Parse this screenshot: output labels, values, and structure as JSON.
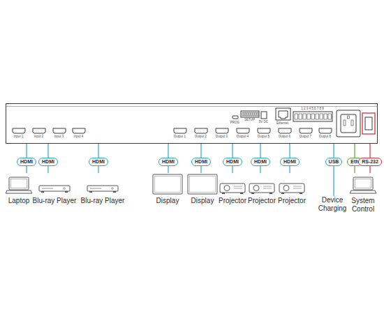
{
  "diagram": {
    "nodes": [
      {
        "text": [
          "Input 1",
          "Input 2",
          "Input 3",
          "Input 4",
          "PROG",
          "SETUP",
          "5V DC",
          "Ethernet",
          "1 2 3 4 5 6 7 8 9",
          "Output 1",
          "Output 2",
          "Output 3",
          "Output 4",
          "Output 5",
          "Output 6",
          "Output 7",
          "Output 8"
        ]
      },
      {
        "text": [
          "Laptop"
        ]
      },
      {
        "text": [
          "Blu-ray Player"
        ]
      },
      {
        "text": [
          "Blu-ray Player"
        ]
      },
      {
        "text": [
          "Display"
        ]
      },
      {
        "text": [
          "Display"
        ]
      },
      {
        "text": [
          "Projector"
        ]
      },
      {
        "text": [
          "Projector"
        ]
      },
      {
        "text": [
          "Projector"
        ]
      },
      {
        "text": [
          "Device Charging"
        ]
      },
      {
        "text": [
          "System Control"
        ]
      }
    ],
    "edges": [
      {
        "from": 1,
        "to": 0,
        "label": "HDMI",
        "arrow": "none"
      },
      {
        "from": 2,
        "to": 0,
        "label": "HDMI",
        "arrow": "none"
      },
      {
        "from": 3,
        "to": 0,
        "label": "HDMI",
        "arrow": "none"
      },
      {
        "from": 0,
        "to": 4,
        "label": "HDMI",
        "arrow": "none"
      },
      {
        "from": 0,
        "to": 5,
        "label": "HDMI",
        "arrow": "none"
      },
      {
        "from": 0,
        "to": 6,
        "label": "HDMI",
        "arrow": "none"
      },
      {
        "from": 0,
        "to": 7,
        "label": "HDMI",
        "arrow": "none"
      },
      {
        "from": 0,
        "to": 8,
        "label": "HDMI",
        "arrow": "none"
      },
      {
        "from": 0,
        "to": 9,
        "label": "USB",
        "arrow": "none"
      },
      {
        "from": 0,
        "to": 10,
        "label": "Eth",
        "arrow": "none"
      },
      {
        "from": 0,
        "to": 10,
        "label": "RS-232",
        "arrow": "none"
      }
    ]
  }
}
